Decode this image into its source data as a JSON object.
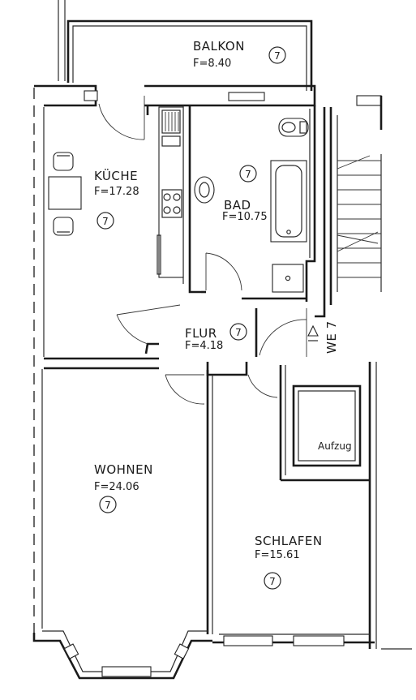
{
  "plan": {
    "unit_label": "WE 7",
    "rooms": {
      "balkon": {
        "name": "BALKON",
        "area": "F=8.40",
        "unit": "7"
      },
      "kueche": {
        "name": "KÜCHE",
        "area": "F=17.28",
        "unit": "7"
      },
      "bad": {
        "name": "BAD",
        "area": "F=10.75",
        "unit": "7"
      },
      "flur": {
        "name": "FLUR",
        "area": "F=4.18",
        "unit": "7"
      },
      "wohnen": {
        "name": "WOHNEN",
        "area": "F=24.06",
        "unit": "7"
      },
      "schlafen": {
        "name": "SCHLAFEN",
        "area": "F=15.61",
        "unit": "7"
      },
      "aufzug": {
        "name": "Aufzug"
      }
    }
  }
}
